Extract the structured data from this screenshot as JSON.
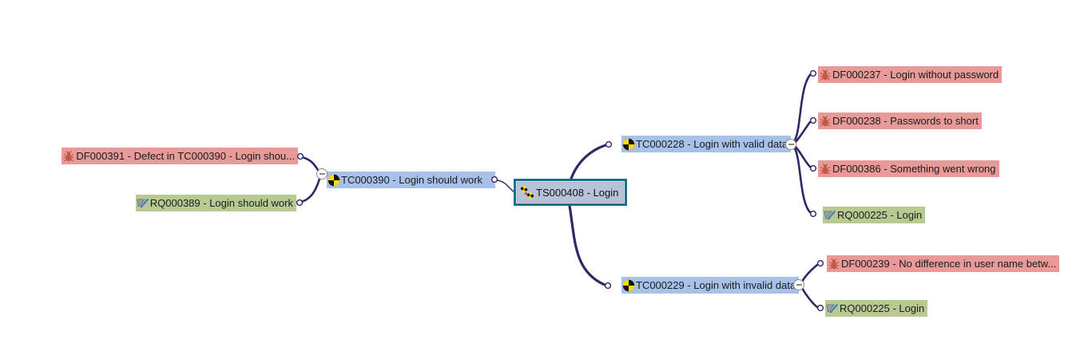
{
  "view": {
    "name": "test-traceability-mind-map",
    "background": "#ffffff",
    "selected_node_id": "TS000408"
  },
  "colors": {
    "testcase_fill": "#a7c1e8",
    "defect_fill": "#e79a98",
    "requirement_fill": "#b8ca92",
    "suite_fill": "#b7c3d8",
    "suite_selected_border": "#15718c",
    "connector": "#2a2a66",
    "collapse_button_border": "#8a8a8a",
    "text": "#1c1c1c",
    "icon_yellow": "#ffdf00",
    "icon_black": "#111111",
    "bug_red": "#c25744",
    "pencil_blue": "#4d83c8",
    "triangle_gray": "#9aa1a8"
  },
  "nodes": [
    {
      "id": "DF000391",
      "type": "defect",
      "icon": "bug-icon",
      "label": "DF000391 - Defect in TC000390 - Login shou..."
    },
    {
      "id": "RQ000389",
      "type": "requirement",
      "icon": "requirement-icon",
      "label": "RQ000389 - Login should work"
    },
    {
      "id": "TC000390",
      "type": "testcase",
      "icon": "test-case-icon",
      "label": "TC000390 - Login should work"
    },
    {
      "id": "TS000408",
      "type": "testsuite",
      "icon": "test-suite-icon",
      "label": "TS000408 - Login",
      "selected": true
    },
    {
      "id": "TC000228",
      "type": "testcase",
      "icon": "test-case-icon",
      "label": "TC000228 - Login with valid data"
    },
    {
      "id": "DF000237",
      "type": "defect",
      "icon": "bug-icon",
      "label": "DF000237 - Login without password"
    },
    {
      "id": "DF000238",
      "type": "defect",
      "icon": "bug-icon",
      "label": "DF000238 - Passwords to short"
    },
    {
      "id": "DF000386",
      "type": "defect",
      "icon": "bug-icon",
      "label": "DF000386 - Something went wrong"
    },
    {
      "id": "RQ000225",
      "type": "requirement",
      "icon": "requirement-icon",
      "label": "RQ000225 - Login"
    },
    {
      "id": "TC000229",
      "type": "testcase",
      "icon": "test-case-icon",
      "label": "TC000229 - Login with invalid data"
    },
    {
      "id": "DF000239",
      "type": "defect",
      "icon": "bug-icon",
      "label": "DF000239 - No difference in user name betw..."
    },
    {
      "id": "RQ000225",
      "type": "requirement",
      "icon": "requirement-icon",
      "label": "RQ000225 - Login"
    }
  ],
  "edges": [
    {
      "from": "TS000408",
      "to": "TC000390"
    },
    {
      "from": "TC000390",
      "to": "DF000391"
    },
    {
      "from": "TC000390",
      "to": "RQ000389"
    },
    {
      "from": "TS000408",
      "to": "TC000228"
    },
    {
      "from": "TC000228",
      "to": "DF000237"
    },
    {
      "from": "TC000228",
      "to": "DF000238"
    },
    {
      "from": "TC000228",
      "to": "DF000386"
    },
    {
      "from": "TC000228",
      "to": "RQ000225"
    },
    {
      "from": "TS000408",
      "to": "TC000229"
    },
    {
      "from": "TC000229",
      "to": "DF000239"
    },
    {
      "from": "TC000229",
      "to": "RQ000225"
    }
  ],
  "collapse_buttons": [
    {
      "id": "left-cluster",
      "state": "expanded",
      "glyph": "minus"
    },
    {
      "id": "tc000228-children",
      "state": "expanded",
      "glyph": "minus"
    },
    {
      "id": "tc000229-children",
      "state": "expanded",
      "glyph": "minus"
    }
  ]
}
